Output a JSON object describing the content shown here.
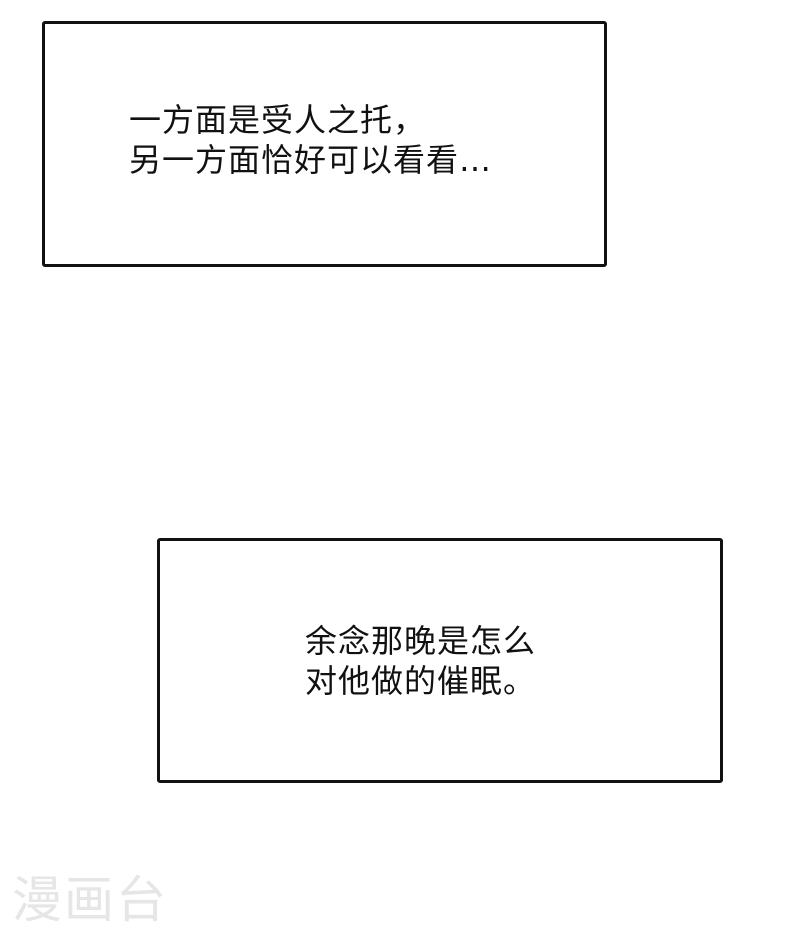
{
  "panels": [
    {
      "lines": [
        "一方面是受人之托，",
        "另一方面恰好可以看看…"
      ]
    },
    {
      "lines": [
        "余念那晚是怎么",
        "对他做的催眠。"
      ]
    }
  ],
  "watermark": "漫画台",
  "colors": {
    "border": "#111111",
    "text": "#111111",
    "watermark": "#e6e6e6",
    "background": "#ffffff"
  }
}
